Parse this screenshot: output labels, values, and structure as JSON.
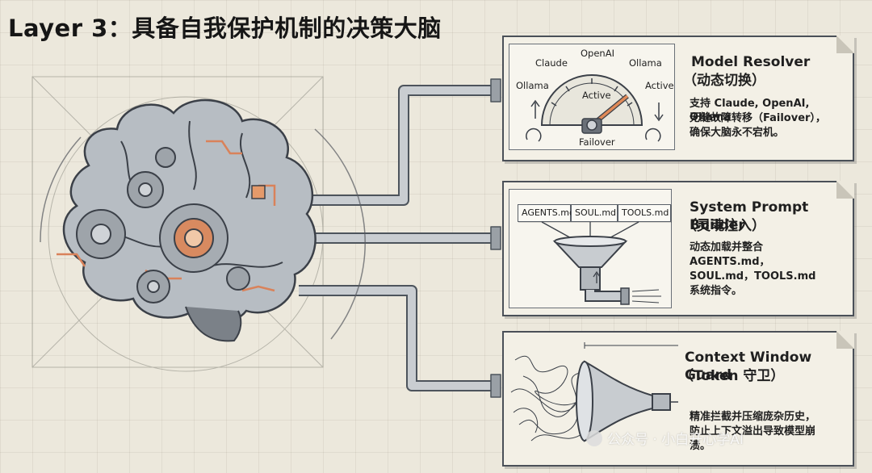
{
  "title": "Layer 3：具备自我保护机制的决策大脑",
  "panels": {
    "model_resolver": {
      "title": "Model Resolver",
      "subtitle": "（动态切换）",
      "desc": [
        "支持 Claude, OpenAI, Ollama",
        "无缝故障转移（Failover），",
        "确保大脑永不宕机。"
      ],
      "gauge": {
        "labels": [
          "Claude",
          "OpenAI",
          "Ollama",
          "Ollama",
          "Active"
        ],
        "center_label": "Active",
        "bottom_label": "Failover"
      }
    },
    "prompt_builder": {
      "title": "System Prompt Builder",
      "subtitle": "（灵魂注入）",
      "desc": [
        "动态加载并整合",
        "AGENTS.md，",
        "SOUL.md，TOOLS.md",
        "系统指令。"
      ],
      "files": [
        "AGENTS.md",
        "SOUL.md",
        "TOOLS.md"
      ]
    },
    "context_guard": {
      "title": "Context Window Guard",
      "subtitle": "（Token 守卫）",
      "desc": [
        "精准拦截并压缩庞杂历史，",
        "防止上下文溢出导致模型崩",
        "溃。"
      ]
    }
  },
  "watermark": "公众号 · 小白开心学AI",
  "colors": {
    "accent": "#d9825a",
    "line": "#4a5058",
    "pipe": "#c4c8cc"
  }
}
